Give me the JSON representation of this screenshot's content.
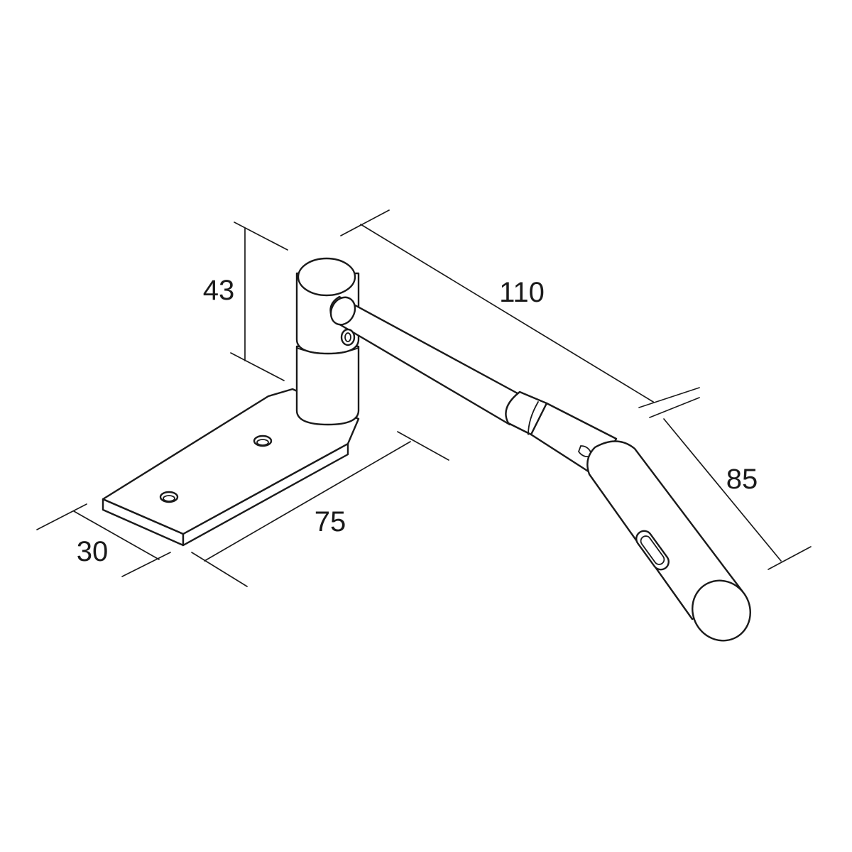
{
  "dimensions": {
    "height": "43",
    "arm_length": "110",
    "head_length": "85",
    "base_length": "75",
    "base_width": "30"
  },
  "colors": {
    "line": "#1a1a1a",
    "background": "#ffffff"
  }
}
